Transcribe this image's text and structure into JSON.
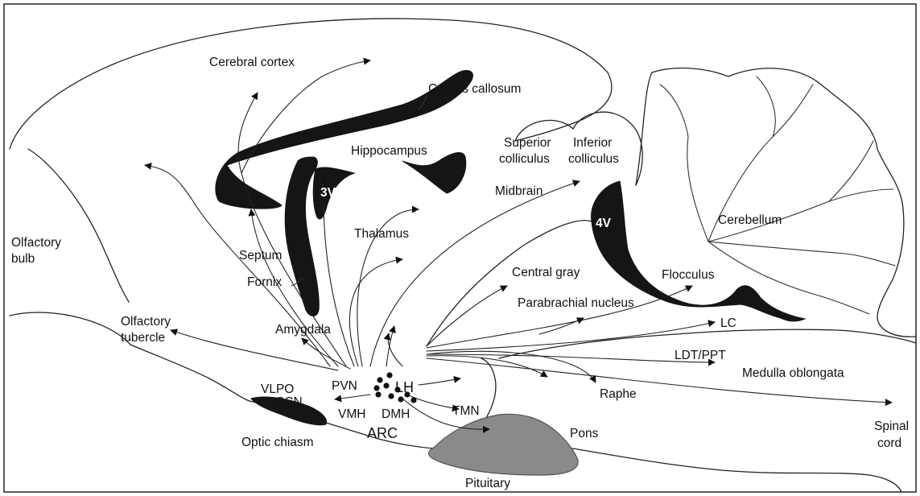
{
  "labels": {
    "cerebral_cortex": "Cerebral cortex",
    "corpus_callosum": "Corpus callosum",
    "hippocampus": "Hippocampus",
    "superior_colliculus_1": "Superior",
    "superior_colliculus_2": "colliculus",
    "inferior_colliculus_1": "Inferior",
    "inferior_colliculus_2": "colliculus",
    "third_ventricle": "3V",
    "fourth_ventricle": "4V",
    "midbrain": "Midbrain",
    "cerebellum": "Cerebellum",
    "thalamus": "Thalamus",
    "olfactory_bulb_1": "Olfactory",
    "olfactory_bulb_2": "bulb",
    "septum": "Septum",
    "fornix": "Fornix",
    "central_gray": "Central gray",
    "flocculus": "Flocculus",
    "parabrachial_nucleus": "Parabrachial nucleus",
    "olfactory_tubercle_1": "Olfactory",
    "olfactory_tubercle_2": "tubercle",
    "amygdala": "Amygdala",
    "lc": "LC",
    "ldt_ppt": "LDT/PPT",
    "medulla_oblongata": "Medulla oblongata",
    "vlpo": "VLPO",
    "pvn": "PVN",
    "lh": "LH",
    "raphe": "Raphe",
    "scn": "SCN",
    "vmh": "VMH",
    "dmh": "DMH",
    "tmn": "TMN",
    "spinal_cord_1": "Spinal",
    "spinal_cord_2": "cord",
    "pons": "Pons",
    "optic_chiasm": "Optic chiasm",
    "arc": "ARC",
    "pituitary": "Pituitary"
  },
  "colors": {
    "ventricles": "#151515",
    "pituitary": "#8a8a8a",
    "outline": "#222222"
  }
}
